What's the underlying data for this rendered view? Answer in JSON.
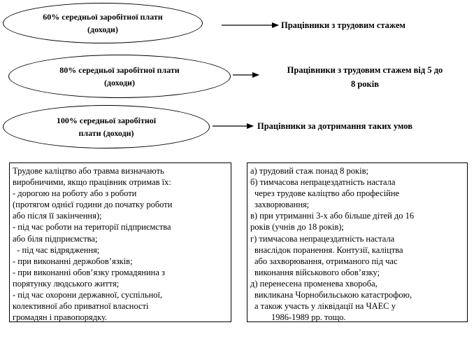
{
  "ellipses": [
    {
      "line1": "60% середньої заробітної плати",
      "line2": "(доходи)"
    },
    {
      "line1": "80% середньої заробітної плати",
      "line2": "(доходи)"
    },
    {
      "line1": "100% середньої заробітної",
      "line2": "плати (доходи)"
    }
  ],
  "results": [
    {
      "line1": "Працівники з трудовим стажем",
      "line2": ""
    },
    {
      "line1": "Працівники з трудовим стажем від 5 до",
      "line2": "8 років"
    },
    {
      "line1": "Працівники за дотримання таких умов",
      "line2": ""
    }
  ],
  "left_box": {
    "lines": [
      "Трудове каліцтво або травма визначають",
      "виробничими, якщо працівник отримав їх:",
      "- дорогою на роботу або з роботи",
      "(протягом однієї години до початку роботи",
      "або після її закінчення);",
      "- під час роботи на території підприємства",
      "або біля підприємства;",
      "  - під час відрядження;",
      "- при виконанні держобов’язків;",
      "- при виконанні обов’язку громадянина з",
      "порятунку людського життя;",
      "- під час охорони державної, суспільної,",
      "колективної або приватної власності",
      "громадян і правопорядку."
    ]
  },
  "right_box": {
    "lines": [
      "а) трудовий стаж понад 8 років;",
      "б) тимчасова непрацездатність настала",
      "через трудове каліцтво або професійне",
      "захворювання;",
      "в) при утриманні 3-х або більше дітей до 16",
      "років (учнів до 18 років);",
      "г) тимчасова непрацездатність настала",
      "внаслідок поранення. Контузії, каліцтва",
      "або захворювання, отриманого під час",
      "виконання військового обов’язку;",
      "д) перенесена променева хвороба,",
      "викликана Чорнобильською катастрофою,",
      "а також участь у ліквідації на ЧАЕС у",
      "1986-1989 рр. тощо."
    ]
  }
}
